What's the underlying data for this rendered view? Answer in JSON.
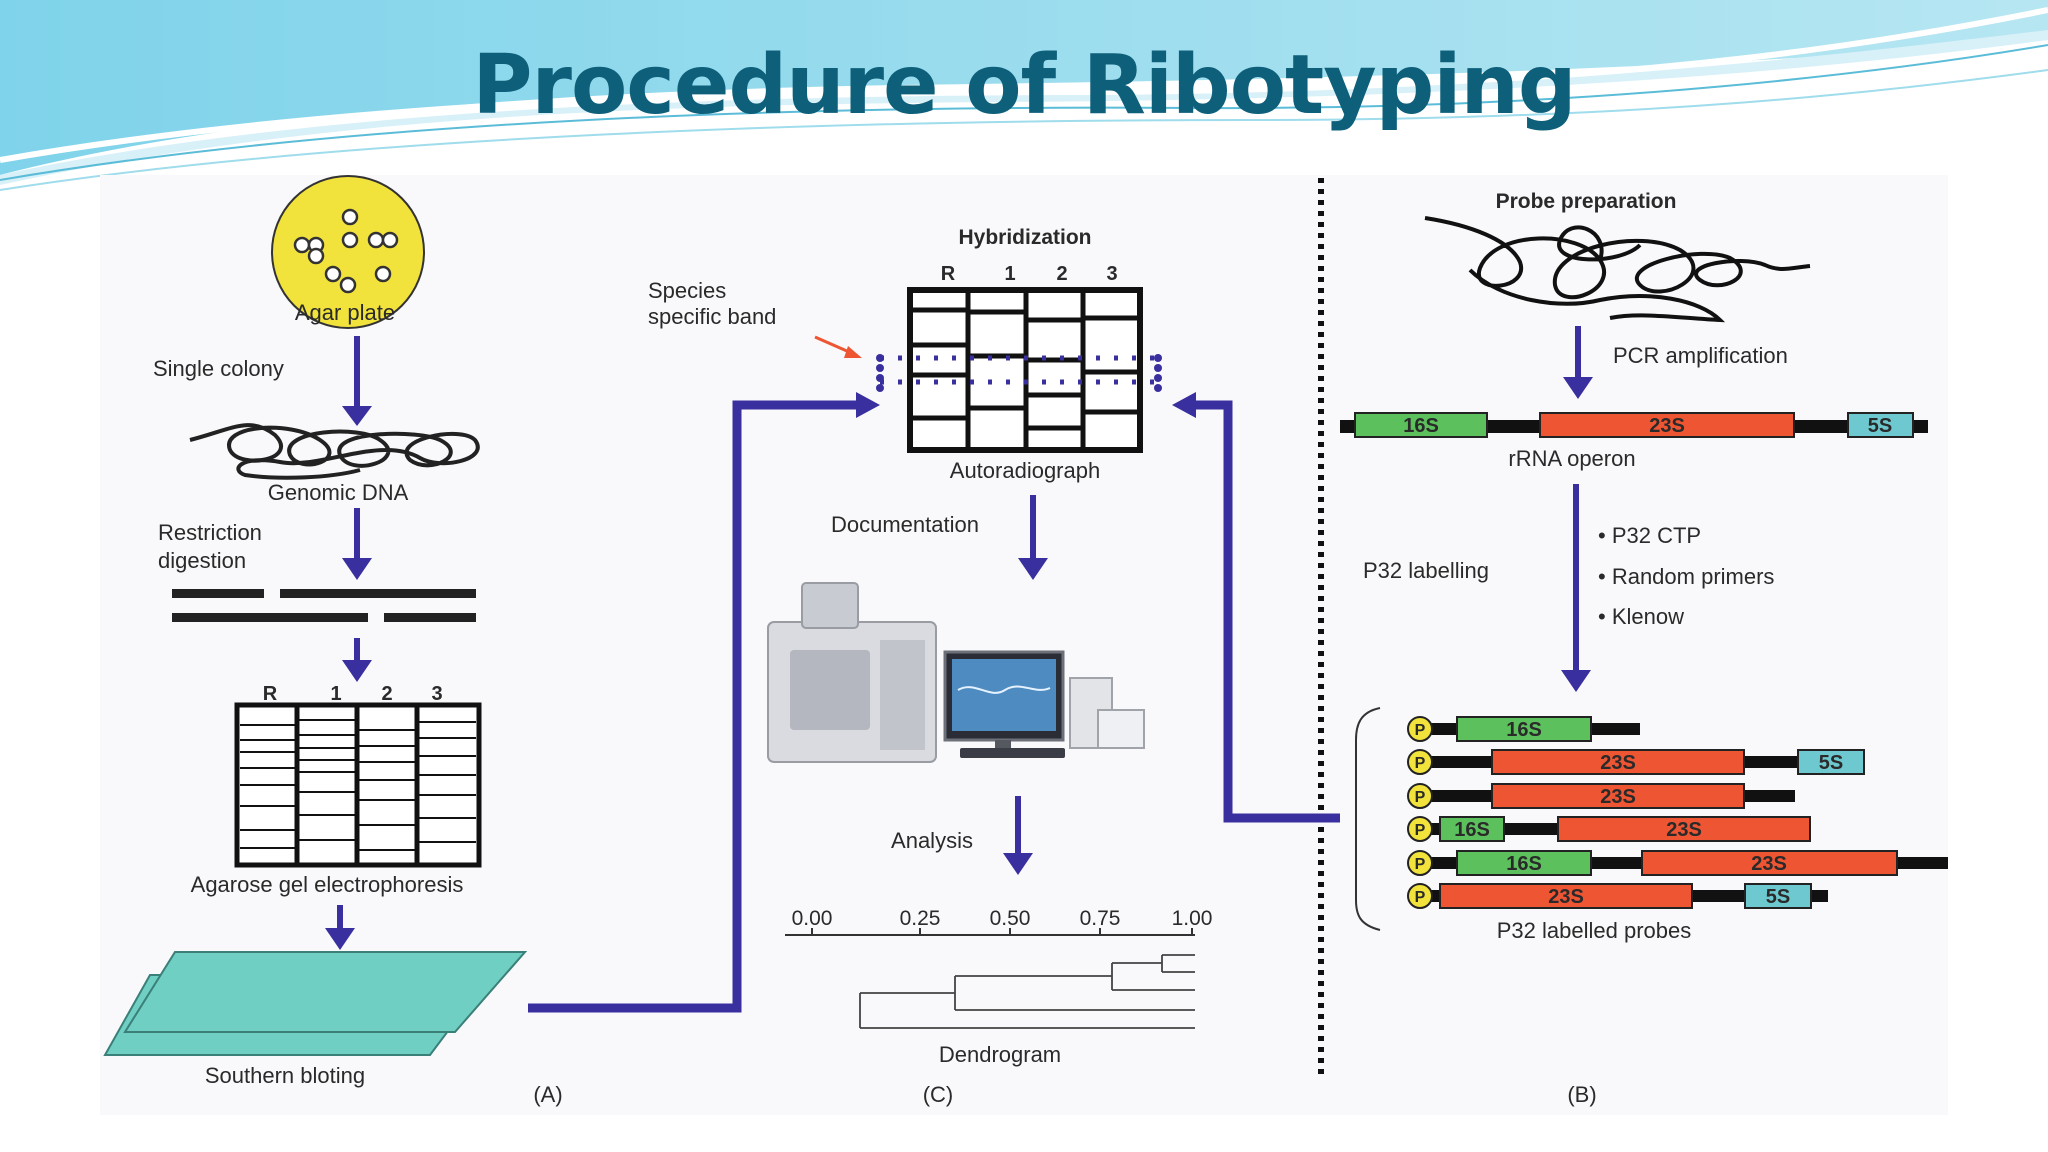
{
  "title": "Procedure of Ribotyping",
  "panel_a": {
    "agar_plate": "Agar plate",
    "single_colony": "Single colony",
    "genomic_dna": "Genomic DNA",
    "restriction_1": "Restriction",
    "restriction_2": "digestion",
    "lane_labels": [
      "R",
      "1",
      "2",
      "3"
    ],
    "agarose": "Agarose gel electrophoresis",
    "southern": "Southern bloting",
    "panel_label": "(A)"
  },
  "panel_c": {
    "hybridization": "Hybridization",
    "lane_labels": [
      "R",
      "1",
      "2",
      "3"
    ],
    "species_1": "Species",
    "species_2": "specific band",
    "autoradiograph": "Autoradiograph",
    "documentation": "Documentation",
    "analysis": "Analysis",
    "scale_ticks": [
      "0.00",
      "0.25",
      "0.50",
      "0.75",
      "1.00"
    ],
    "dendrogram": "Dendrogram",
    "panel_label": "(C)"
  },
  "panel_b": {
    "probe_prep": "Probe preparation",
    "pcr": "PCR amplification",
    "operon_genes": [
      "16S",
      "23S",
      "5S"
    ],
    "rrna_operon": "rRNA operon",
    "p32_labelling": "P32 labelling",
    "reagents": [
      "• P32 CTP",
      "• Random primers",
      "• Klenow"
    ],
    "p_tag": "P",
    "probes": [
      [
        "16S"
      ],
      [
        "23S",
        "5S"
      ],
      [
        "23S"
      ],
      [
        "16S",
        "23S"
      ],
      [
        "16S",
        "23S"
      ],
      [
        "23S",
        "5S"
      ]
    ],
    "labelled_probes": "P32 labelled probes",
    "panel_label": "(B)"
  },
  "colors": {
    "title": "#0e5f7a",
    "arrow": "#3a2f9e",
    "gene_16s": "#5cc15c",
    "gene_23s": "#ee5533",
    "gene_5s": "#6dc9cf",
    "agar": "#f2e23c",
    "membrane": "#6fcfc2",
    "p_tag": "#f2e23c"
  }
}
